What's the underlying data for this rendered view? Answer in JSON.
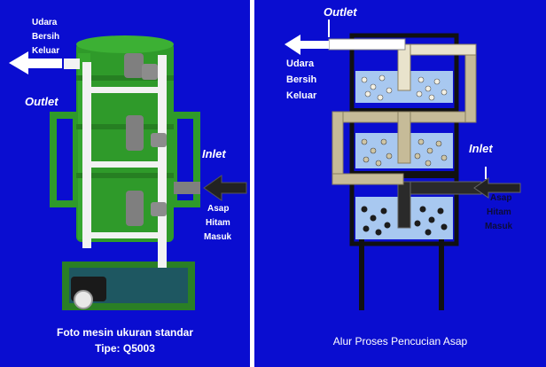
{
  "left_panel": {
    "label_outlet": "Outlet",
    "label_udara": "Udara",
    "label_bersih": "Bersih",
    "label_keluar": "Keluar",
    "label_inlet": "Inlet",
    "label_asap": "Asap",
    "label_hitam": "Hitam",
    "label_masuk": "Masuk",
    "caption_line1": "Foto  mesin  ukuran standar",
    "caption_line2": "Tipe: Q5003"
  },
  "right_panel": {
    "label_outlet": "Outlet",
    "label_udara": "Udara",
    "label_bersih": "Bersih",
    "label_keluar": "Keluar",
    "label_inlet": "Inlet",
    "label_asap": "Asap",
    "label_hitam": "Hitam",
    "label_masuk": "Masuk",
    "caption": "Alur Proses Pencucian Asap"
  },
  "colors": {
    "background": "#0a0dd0",
    "machine_green": "#2f9a2a",
    "pipe_white": "#f2f2f2",
    "valve_gray": "#7f7f7f",
    "frame_black": "#111111",
    "water_blue": "#a8c8f0",
    "duct_tan": "#c6bb98",
    "arrow_black": "#222222",
    "text_white": "#ffffff"
  }
}
